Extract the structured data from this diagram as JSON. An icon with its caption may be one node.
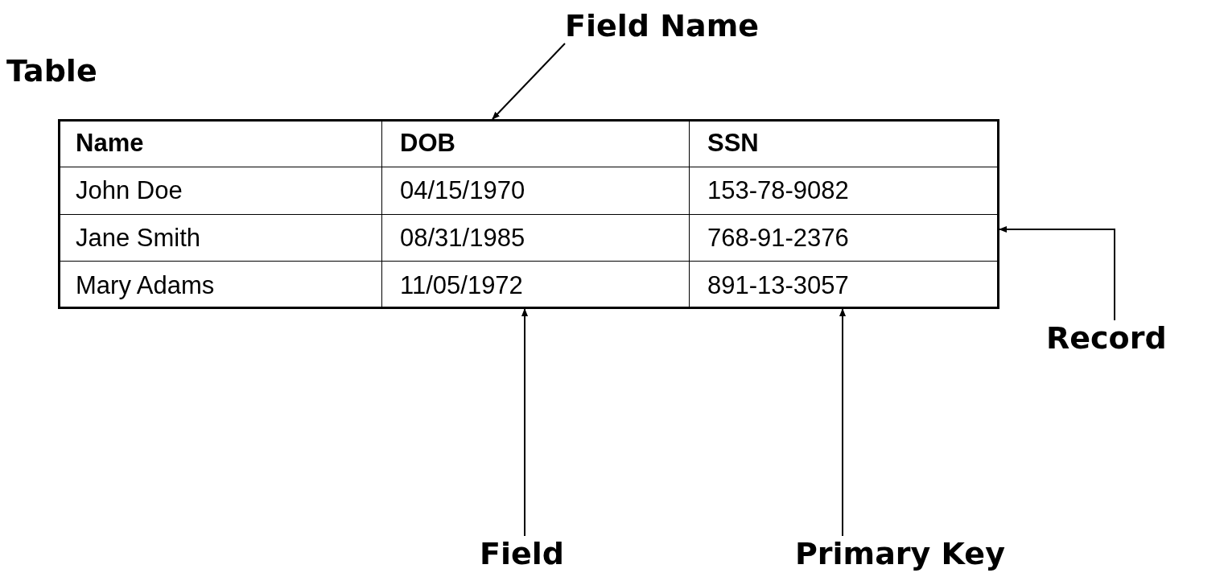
{
  "diagram": {
    "nodes": [
      {
        "text": [
          "Table"
        ]
      },
      {
        "text": [
          "Field Name"
        ]
      },
      {
        "text": [
          "DOB"
        ],
        "in": 0
      },
      {
        "text": [
          "Record"
        ]
      },
      {
        "text": [
          "Field"
        ]
      },
      {
        "text": [
          "Primary Key"
        ]
      }
    ],
    "edges": [
      {
        "from": 1,
        "to": 2,
        "arrow": "to"
      },
      {
        "from": 3,
        "to": 0,
        "arrow": "to"
      },
      {
        "from": 4,
        "to": 0,
        "arrow": "to"
      },
      {
        "from": 5,
        "to": 0,
        "arrow": "to"
      }
    ],
    "labels": [
      "Name",
      "SSN",
      "John Doe",
      "04/15/1970",
      "153-78-9082",
      "Jane Smith",
      "08/31/1985",
      "768-91-2376",
      "Mary Adams",
      "11/05/1972",
      "891-13-3057"
    ]
  }
}
